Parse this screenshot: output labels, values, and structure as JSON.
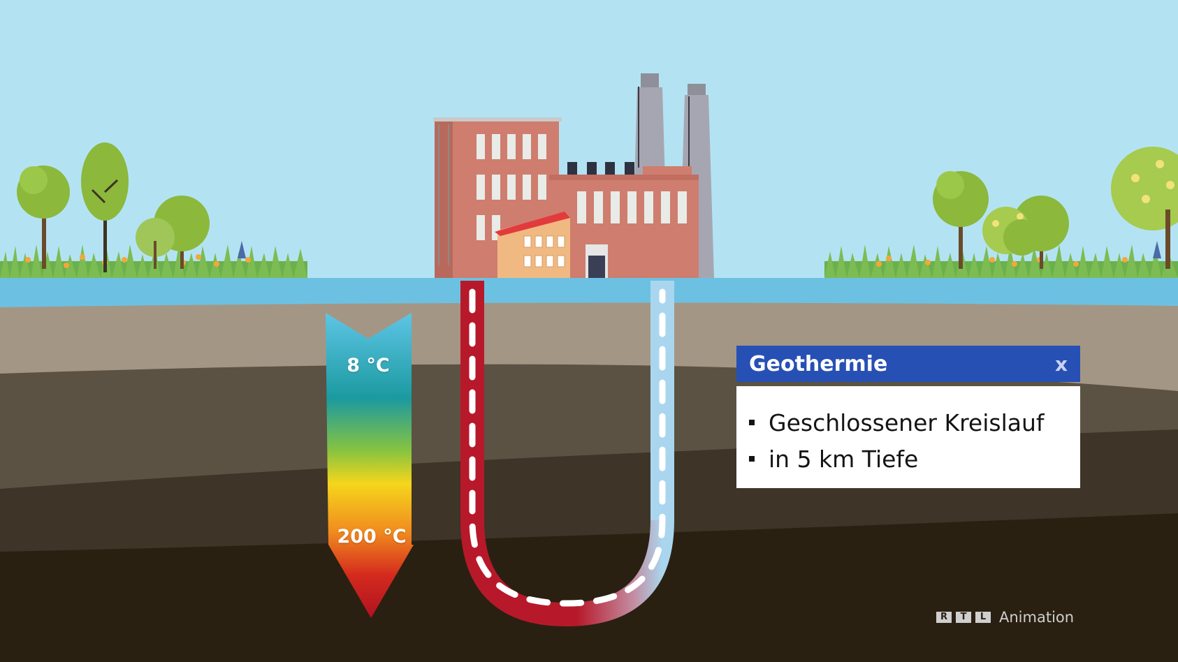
{
  "diagram": {
    "temperature_scale": {
      "top_label": "8 °C",
      "bottom_label": "200 °C"
    },
    "info_panel": {
      "title": "Geothermie",
      "close_label": "x",
      "bullets": [
        "Geschlossener Kreislauf",
        "in 5 km Tiefe"
      ]
    },
    "credit": {
      "logo_letters": [
        "R",
        "T",
        "L"
      ],
      "text": "Animation"
    },
    "colors": {
      "sky": "#b3e3f3",
      "water_band": "#6cc1e2",
      "hot_pipe": "#b7192a",
      "cold_pipe": "#a9d6ee",
      "header_blue": "#2750b4",
      "soil_dark": "#2a2012"
    }
  }
}
